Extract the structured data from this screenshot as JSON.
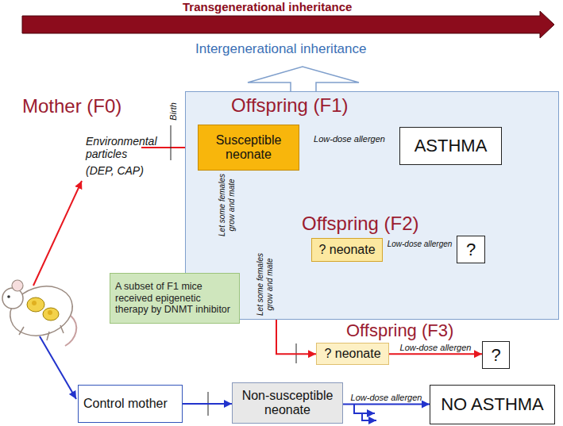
{
  "diagram": {
    "nodes": [
      {
        "text": [
          "Offspring (F1)"
        ]
      },
      {
        "text": [
          "Susceptible neonate"
        ],
        "in": 0
      },
      {
        "text": [
          "ASTHMA"
        ],
        "in": 0
      },
      {
        "text": [
          "? neonate"
        ],
        "in": 0
      },
      {
        "text": [
          "?"
        ],
        "in": 0
      },
      {
        "text": [
          "? neonate"
        ]
      },
      {
        "text": [
          "?"
        ]
      },
      {
        "text": [
          "Control mother"
        ]
      },
      {
        "text": [
          "Non-susceptible neonate"
        ]
      },
      {
        "text": [
          "NO ASTHMA"
        ]
      },
      {
        "text": [
          "A subset of F1 mice received epigenetic therapy by DNMT inhibitor"
        ]
      }
    ],
    "edges": [
      {
        "from": 1,
        "to": 2,
        "label": "Low-dose allergen",
        "arrow": "to"
      },
      {
        "from": 1,
        "to": 3,
        "arrow": "to"
      },
      {
        "from": 3,
        "to": 4,
        "label": "Low-dose allergen",
        "arrow": "to"
      },
      {
        "from": 3,
        "to": 5,
        "arrow": "to"
      },
      {
        "from": 5,
        "to": 6,
        "label": "Low-dose allergen",
        "arrow": "to"
      },
      {
        "from": 7,
        "to": 8,
        "arrow": "to"
      },
      {
        "from": 8,
        "to": 9,
        "label": "Low-dose allergen",
        "arrow": "to"
      }
    ],
    "labels": [
      "Transgenerational inheritance",
      "Intergenerational inheritance",
      "Mother (F0)",
      "Environmental particles",
      "(DEP, CAP)",
      "Birth",
      "Offspring (F2)",
      "Offspring (F3)",
      "Let some females grow and mate",
      "Let some females grow and mate"
    ]
  }
}
